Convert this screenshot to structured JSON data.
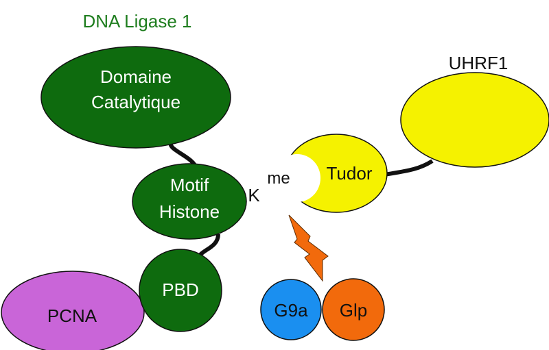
{
  "title": "DNA Ligase 1",
  "uhrf1_label": "UHRF1",
  "domains": {
    "catalytic_line1": "Domaine",
    "catalytic_line2": "Catalytique",
    "histone_line1": "Motif",
    "histone_line2": "Histone",
    "pbd": "PBD",
    "pcna": "PCNA",
    "tudor": "Tudor",
    "g9a": "G9a",
    "glp": "Glp"
  },
  "lysine": {
    "k": "K",
    "me": "me"
  },
  "colors": {
    "dark_green": "#0e6b0e",
    "title_green": "#1e7d1e",
    "yellow": "#f5f200",
    "purple": "#c965d8",
    "blue": "#1a8ff0",
    "orange": "#f26a0c",
    "lightning": "#f26a0c",
    "linker": "#111111"
  }
}
